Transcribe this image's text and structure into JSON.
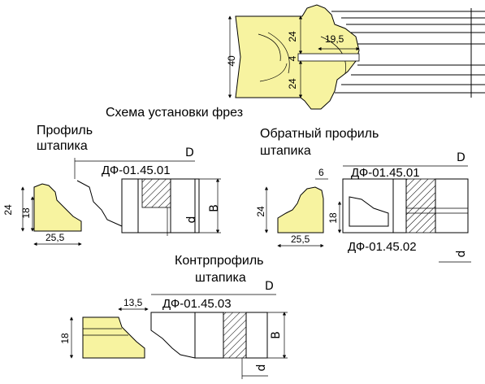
{
  "top_scheme": {
    "title": "Схема установки фрез",
    "dims": {
      "height": "40",
      "upper": "24",
      "gap": "4",
      "lower": "24",
      "width": "19,5"
    }
  },
  "profile": {
    "title_line1": "Профиль",
    "title_line2": "штапика",
    "dims": {
      "h1": "24",
      "h2": "18",
      "w": "25,5"
    },
    "cutter_code": "ДФ-01.45.01",
    "sym_D": "D",
    "sym_d": "d",
    "sym_B": "B"
  },
  "reverse_profile": {
    "title_line1": "Обратный профиль",
    "title_line2": "штапика",
    "dims": {
      "top": "6",
      "h": "24",
      "h2": "18",
      "w": "25,5"
    },
    "cutter_code_1": "ДФ-01.45.01",
    "cutter_code_2": "ДФ-01.45.02",
    "sym_D": "D",
    "sym_d": "d"
  },
  "counter_profile": {
    "title_line1": "Контрпрофиль",
    "title_line2": "штапика",
    "dims": {
      "w": "13,5",
      "h": "18"
    },
    "cutter_code": "ДФ-01.45.03",
    "sym_D": "D",
    "sym_d": "d",
    "sym_B": "B"
  },
  "colors": {
    "profile_fill": "#f7f3a0",
    "line": "#000000"
  }
}
